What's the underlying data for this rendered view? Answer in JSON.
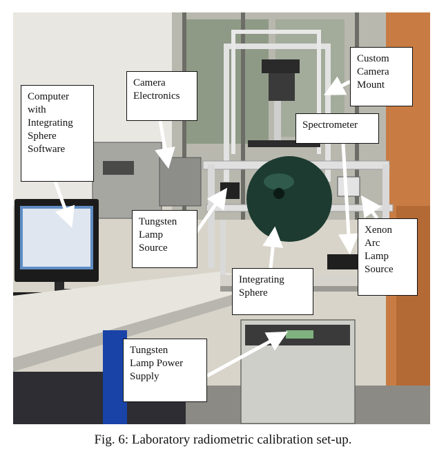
{
  "figure": {
    "caption": "Fig. 6: Laboratory radiometric calibration set-up."
  },
  "labels": {
    "computer": "Computer\nwith\nIntegrating\nSphere\nSoftware",
    "camera_electronics": "Camera\nElectronics",
    "custom_camera_mount": "Custom\nCamera\nMount",
    "spectrometer": "Spectrometer",
    "tungsten_lamp_source": "Tungsten\nLamp\nSource",
    "xenon_arc_lamp_source": "Xenon\nArc\nLamp\nSource",
    "integrating_sphere": "Integrating\nSphere",
    "tungsten_lamp_power_supply": "Tungsten\nLamp Power\nSupply"
  }
}
